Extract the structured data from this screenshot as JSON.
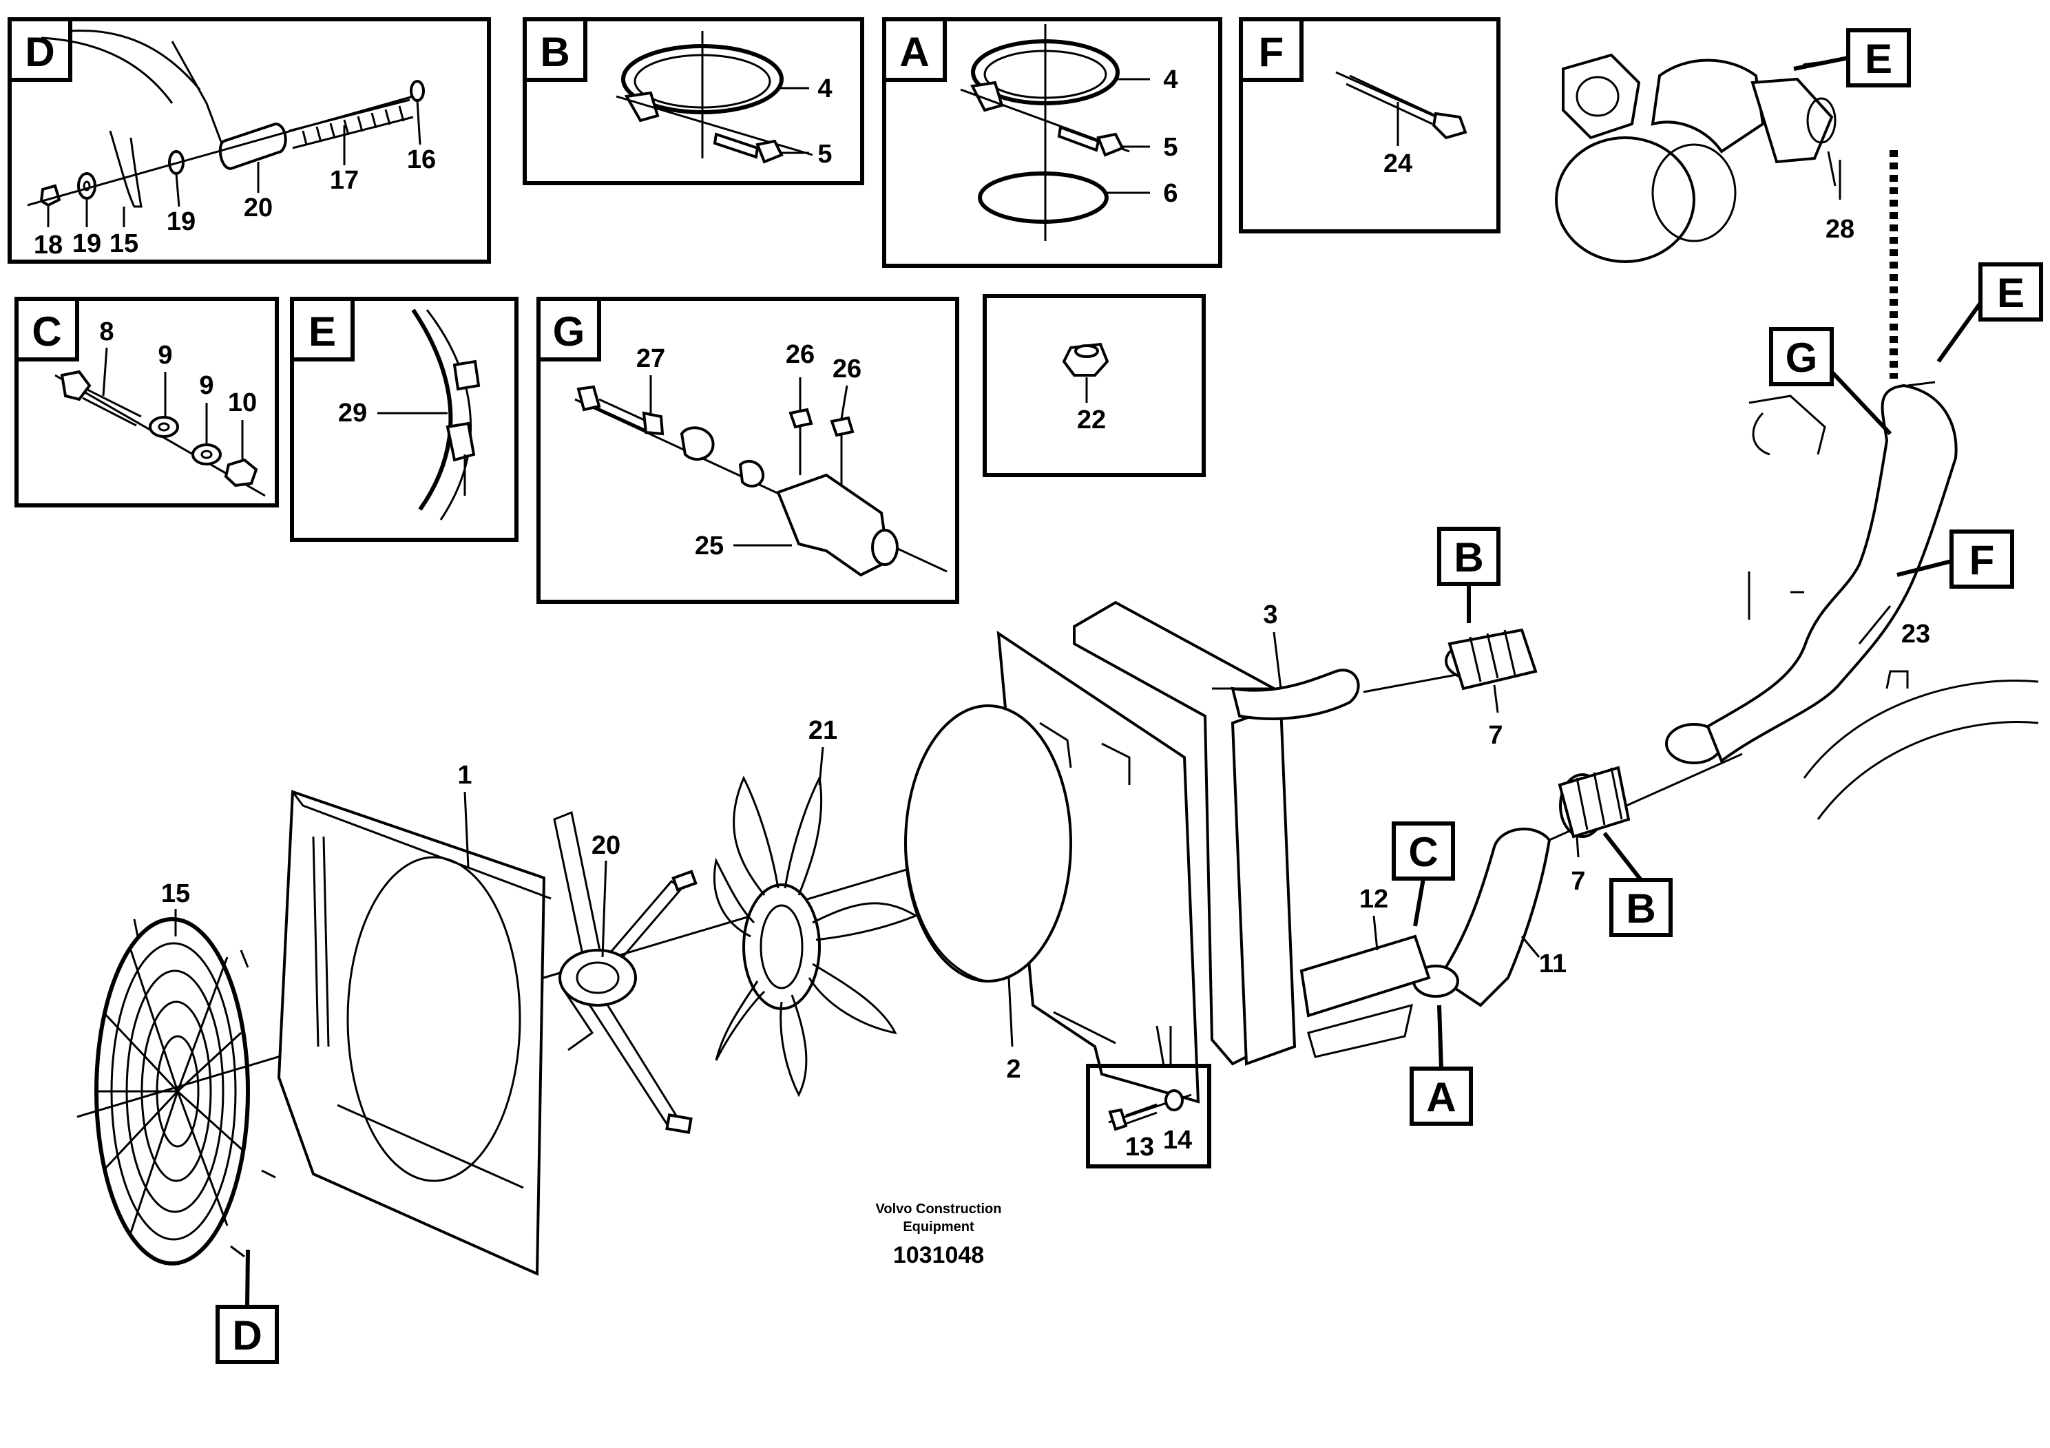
{
  "insets": [
    {
      "key": "D",
      "letter": "D",
      "labels": [
        "18",
        "19",
        "15",
        "19",
        "20",
        "17",
        "16"
      ]
    },
    {
      "key": "B",
      "letter": "B",
      "labels": [
        "4",
        "5"
      ]
    },
    {
      "key": "A",
      "letter": "A",
      "labels": [
        "4",
        "5",
        "6"
      ]
    },
    {
      "key": "F",
      "letter": "F",
      "labels": [
        "24"
      ]
    },
    {
      "key": "C",
      "letter": "C",
      "labels": [
        "8",
        "9",
        "9",
        "10"
      ]
    },
    {
      "key": "E",
      "letter": "E",
      "labels": [
        "29"
      ]
    },
    {
      "key": "G",
      "letter": "G",
      "labels": [
        "27",
        "26",
        "26",
        "25"
      ]
    },
    {
      "key": "N",
      "letter": "",
      "labels": [
        "22"
      ]
    }
  ],
  "main_labels": [
    "1",
    "2",
    "3",
    "7",
    "7",
    "11",
    "12",
    "13",
    "14",
    "15",
    "20",
    "21",
    "23",
    "28"
  ],
  "callouts": [
    "E",
    "E",
    "G",
    "F",
    "B",
    "B",
    "C",
    "A",
    "D"
  ],
  "credit_line1": "Volvo Construction",
  "credit_line2": "Equipment",
  "drawing_number": "1031048"
}
